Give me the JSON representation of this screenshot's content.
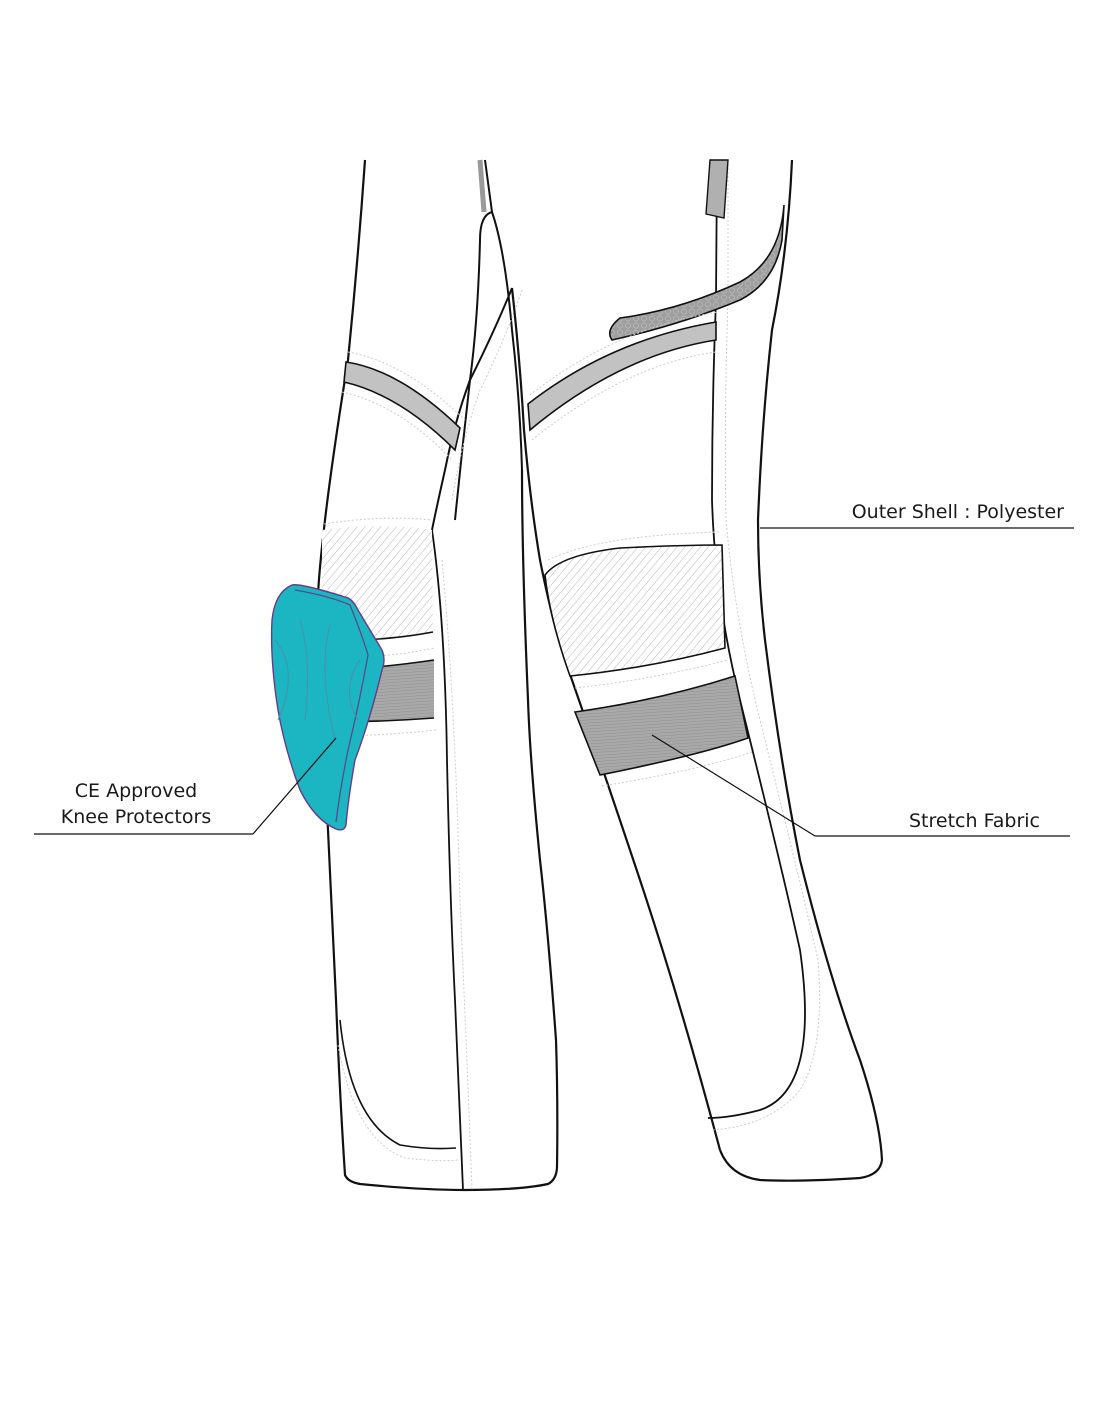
{
  "diagram": {
    "subject": "Motorcycle riding pants - front lower leg view",
    "colors": {
      "outline": "#111111",
      "knee_protector": "#1bb6c1",
      "knee_protector_edge": "#6a3a8a",
      "panel_gray": "#c2c2c2",
      "mesh_gray": "#9c9c9c",
      "stretch_gray": "#a8a8a8",
      "hatch": "#b5b5b5",
      "stitch": "#bdbdbd"
    },
    "callouts": [
      {
        "id": "outer-shell",
        "text": "Outer Shell : Polyester"
      },
      {
        "id": "stretch-fabric",
        "text": "Stretch Fabric"
      },
      {
        "id": "knee-protectors",
        "line1": "CE Approved",
        "line2": "Knee Protectors"
      }
    ]
  }
}
